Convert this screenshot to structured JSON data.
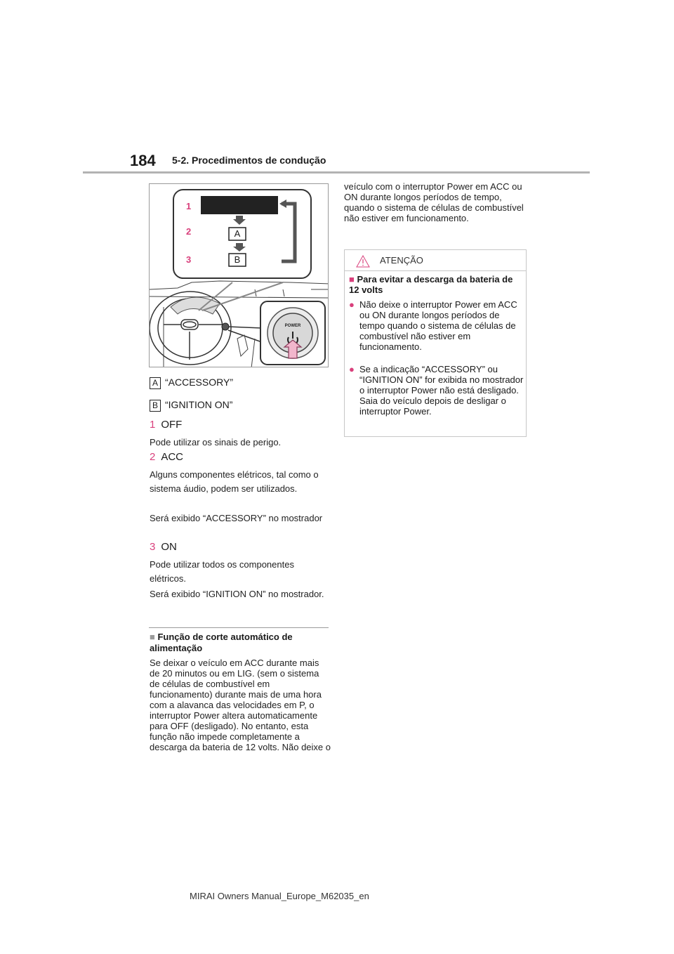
{
  "header": {
    "page_number": "184",
    "section": "5-2. Procedimentos de condução"
  },
  "figure": {
    "callouts": [
      "1",
      "2",
      "3"
    ],
    "boxes": [
      "A",
      "B"
    ],
    "button_label": "POWER"
  },
  "legend": {
    "a_key": "A",
    "a_text": "“ACCESSORY”",
    "b_key": "B",
    "b_text": "“IGNITION ON”"
  },
  "steps": [
    {
      "num": "1",
      "label": "OFF"
    },
    {
      "num": "2",
      "label": "ACC"
    },
    {
      "num": "3",
      "label": "ON"
    }
  ],
  "step_texts": {
    "off_desc": "Pode utilizar os sinais de perigo.",
    "acc_desc_1": "Alguns componentes elétricos, tal como o sistema áudio, podem ser utilizados.",
    "acc_desc_2": "Será exibido “ACCESSORY” no mostrador",
    "on_desc_1": "Pode utilizar todos os componentes elétricos.",
    "on_desc_2": "Será exibido “IGNITION ON” no mostrador."
  },
  "auto_off": {
    "marker": "■",
    "title": "Função de corte automático de alimentação",
    "body": "Se deixar o veículo em ACC durante mais de 20 minutos ou em LIG. (sem o sistema de células de combustível em funcionamento) durante mais de uma hora com a alavanca das velocidades em P, o interruptor Power altera automaticamente para OFF (desligado). No entanto, esta função não impede completamente a descarga da bateria de 12 volts. Não deixe o",
    "continued": "veículo com o interruptor Power em ACC ou ON durante longos períodos de tempo, quando o sistema de células de combustível não estiver em funcionamento."
  },
  "warning": {
    "title": "ATENÇÃO",
    "marker": "■",
    "subtitle": "Para evitar a descarga da bateria de 12 volts",
    "bullet_mark": "●",
    "bullets": [
      "Não deixe o interruptor Power em ACC ou ON durante longos períodos de tempo quando o sistema de células de combustível não estiver em funcionamento.",
      "Se a indicação “ACCESSORY” ou “IGNITION ON” for exibida no mostrador o interruptor Power não está desligado. Saia do veículo depois de desligar o interruptor Power."
    ]
  },
  "footer": {
    "text": "MIRAI Owners Manual_Europe_M62035_en"
  },
  "colors": {
    "accent": "#d9407c",
    "rule": "#b3b3b3"
  }
}
